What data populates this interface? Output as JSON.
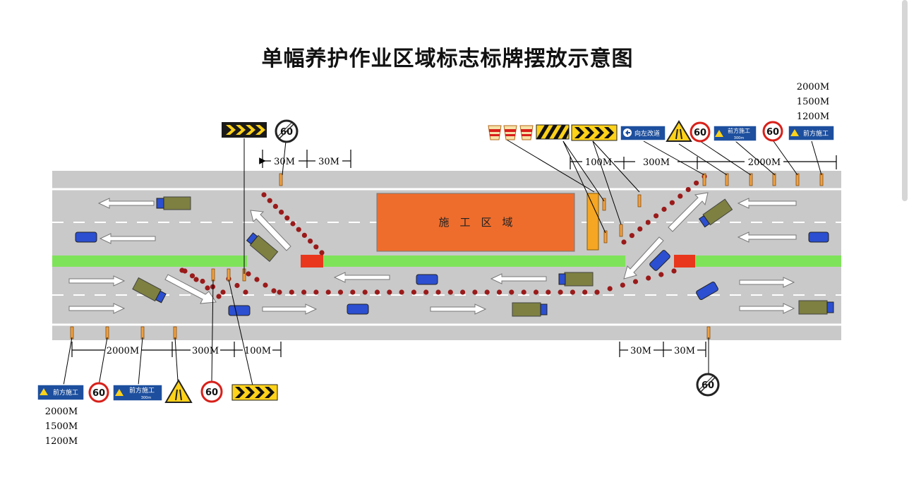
{
  "title": "单幅养护作业区域标志标牌摆放示意图",
  "work_zone_label": "施　工　区　域",
  "speed_limit": "60",
  "end_limit": "60",
  "sign_left_change": "向左改道",
  "sign_work_ahead": "前方施工",
  "sign_work_ahead_small": "前方施工",
  "sign_work_ahead_sub": "300m",
  "distances_top_right": [
    "2000M",
    "1500M",
    "1200M"
  ],
  "distances_bottom_left": [
    "2000M",
    "1500M",
    "1200M"
  ],
  "dim": {
    "top_30a": "30M",
    "top_30b": "30M",
    "top_100": "100M",
    "top_300": "300M",
    "top_2000": "2000M",
    "bot_2000": "2000M",
    "bot_300": "300M",
    "bot_100": "100M",
    "bot_30a": "30M",
    "bot_30b": "30M"
  },
  "colors": {
    "road": "#c9c9c9",
    "median": "#7fe35a",
    "work_zone": "#ef6d2c",
    "cone": "#9a1a1a",
    "sign_blue": "#1d4f9e",
    "chevron_yellow": "#ffd21a",
    "car_blue": "#2b4fd0",
    "truck": "#7d8040"
  }
}
